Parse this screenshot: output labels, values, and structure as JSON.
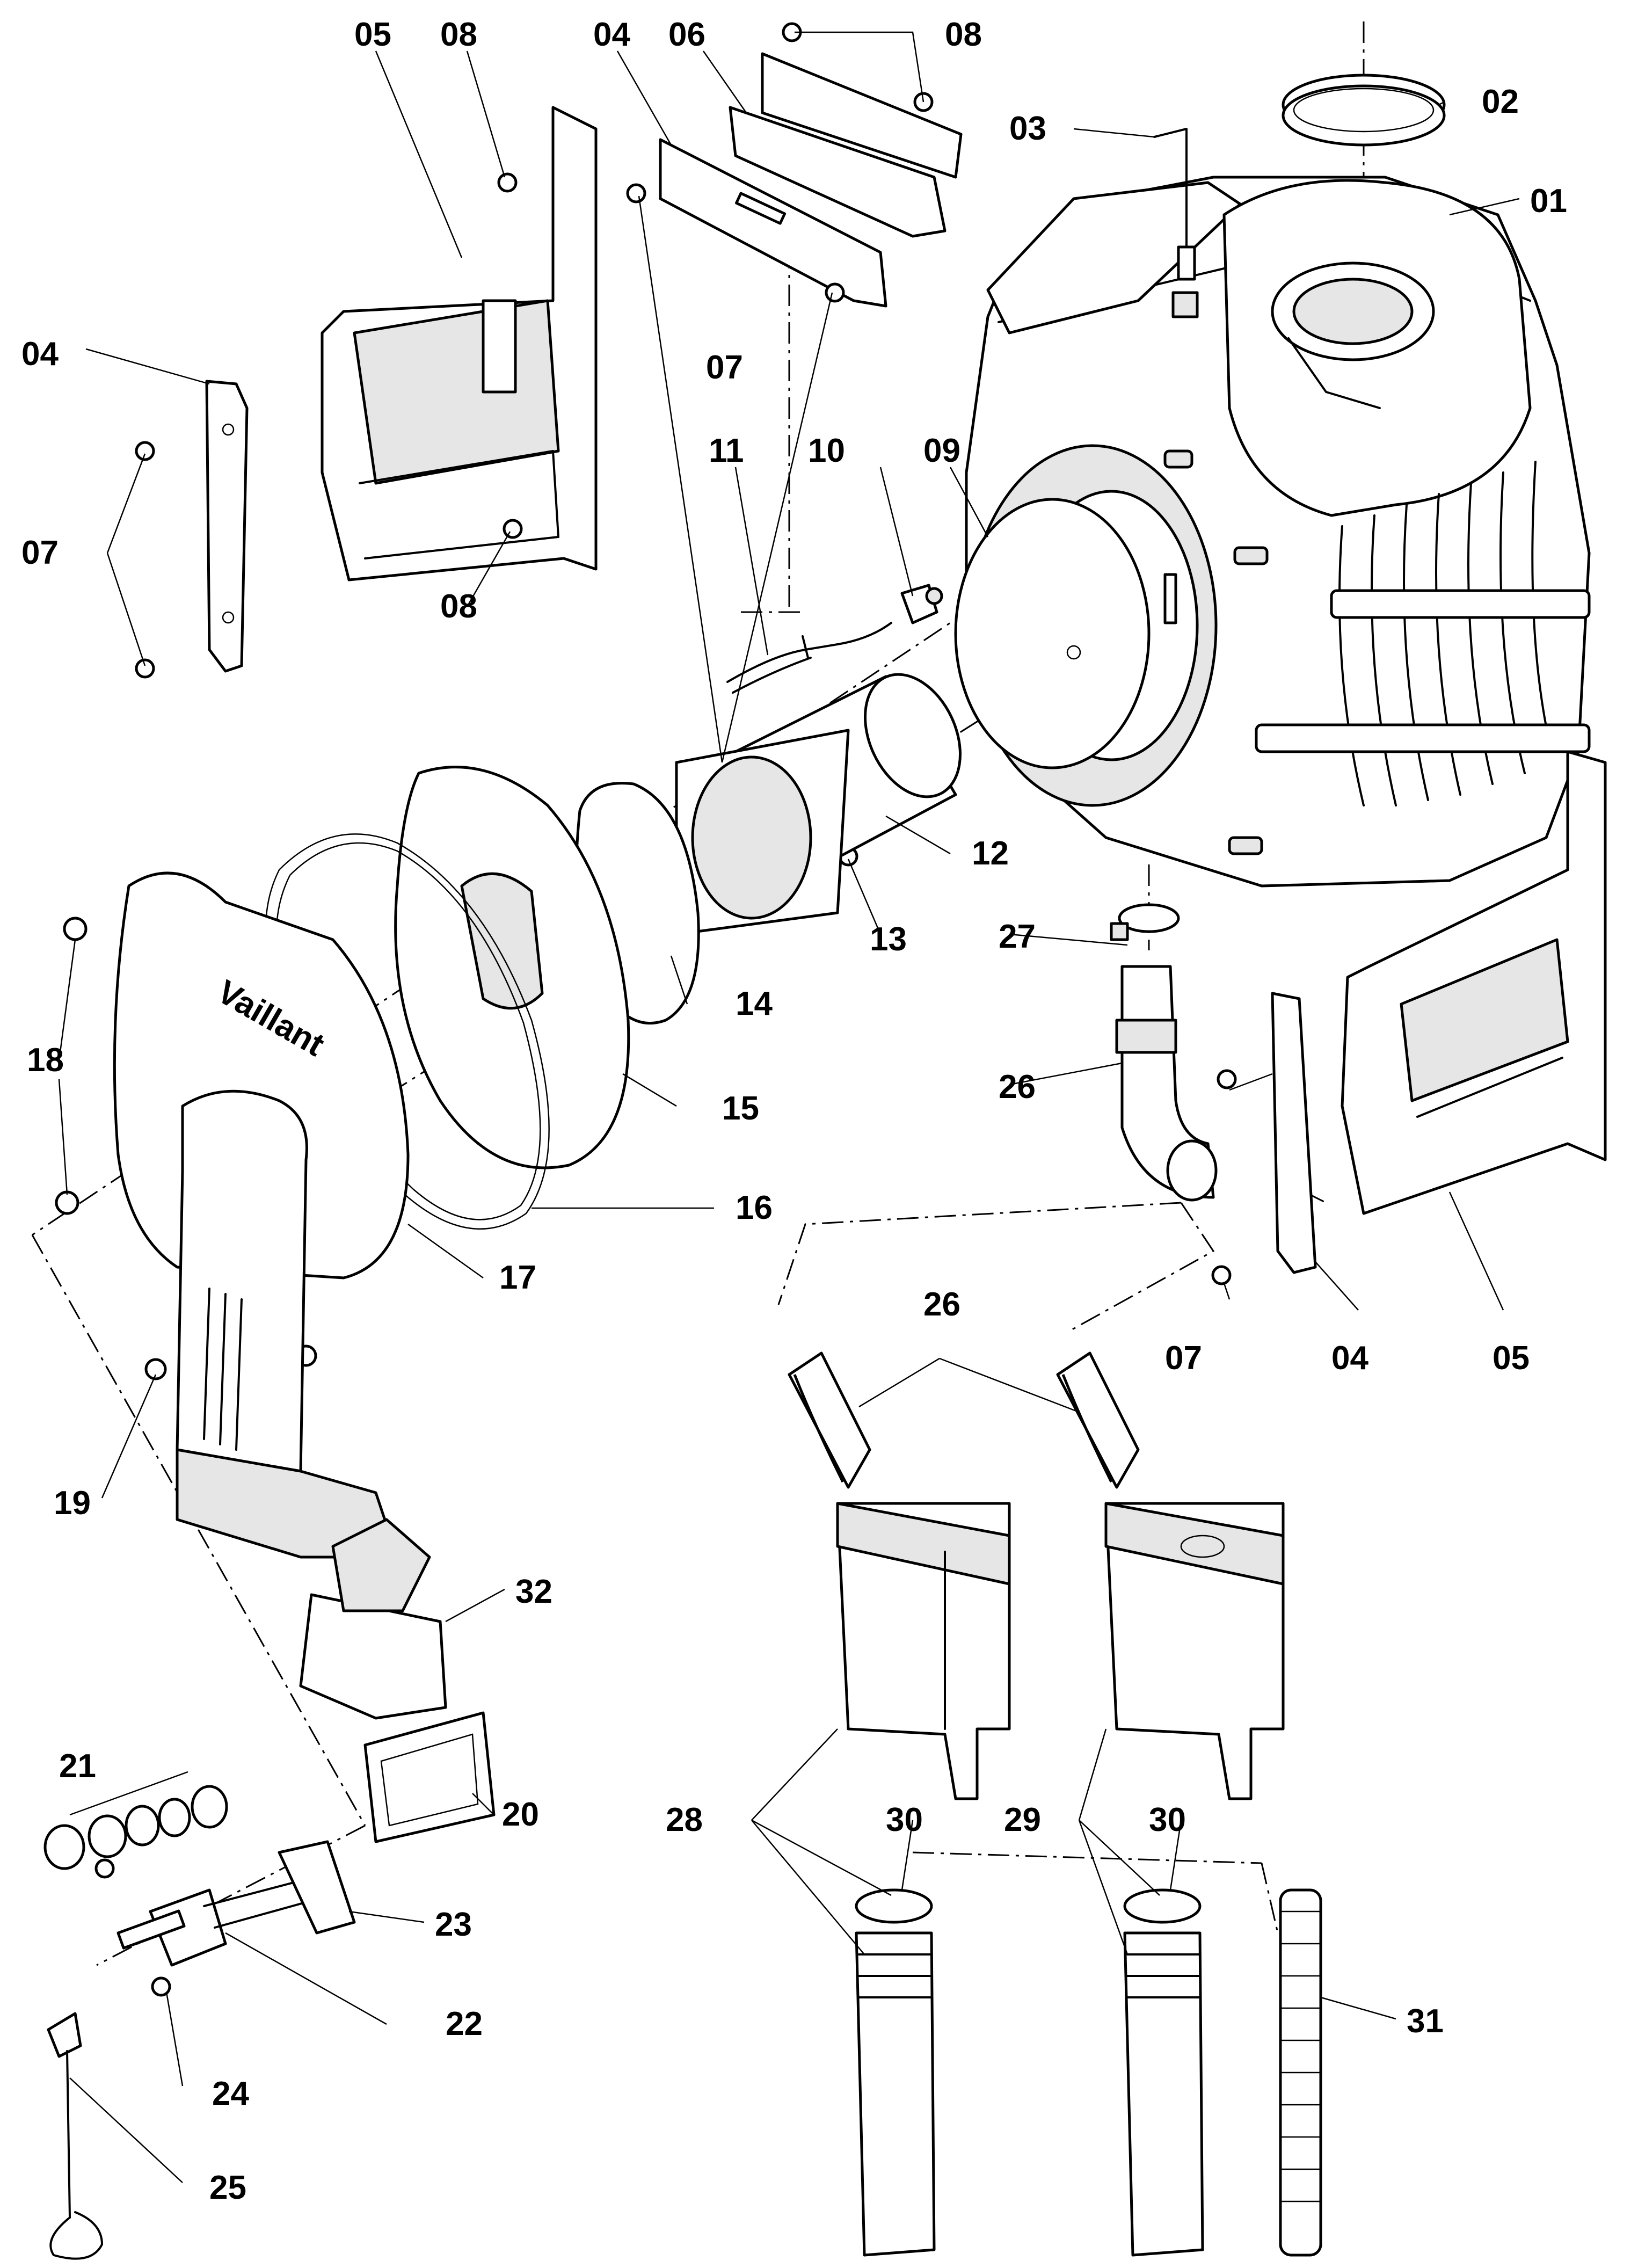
{
  "callouts": {
    "c01": "01",
    "c02": "02",
    "c03": "03",
    "c04a": "04",
    "c04b": "04",
    "c04c": "04",
    "c05a": "05",
    "c05b": "05",
    "c06": "06",
    "c07a": "07",
    "c07b": "07",
    "c07c": "07",
    "c08a": "08",
    "c08b": "08",
    "c08c": "08",
    "c09": "09",
    "c10": "10",
    "c11": "11",
    "c12": "12",
    "c13": "13",
    "c14": "14",
    "c15": "15",
    "c16": "16",
    "c17": "17",
    "c18": "18",
    "c19": "19",
    "c20": "20",
    "c21": "21",
    "c22": "22",
    "c23": "23",
    "c24": "24",
    "c25": "25",
    "c26a": "26",
    "c26b": "26",
    "c27": "27",
    "c28": "28",
    "c29": "29",
    "c30a": "30",
    "c30b": "30",
    "c31": "31",
    "c32": "32"
  },
  "logo": {
    "text": "Vaillant"
  },
  "colors": {
    "line": "#000000",
    "paper": "#ffffff",
    "shade": "#e6e6e6"
  }
}
